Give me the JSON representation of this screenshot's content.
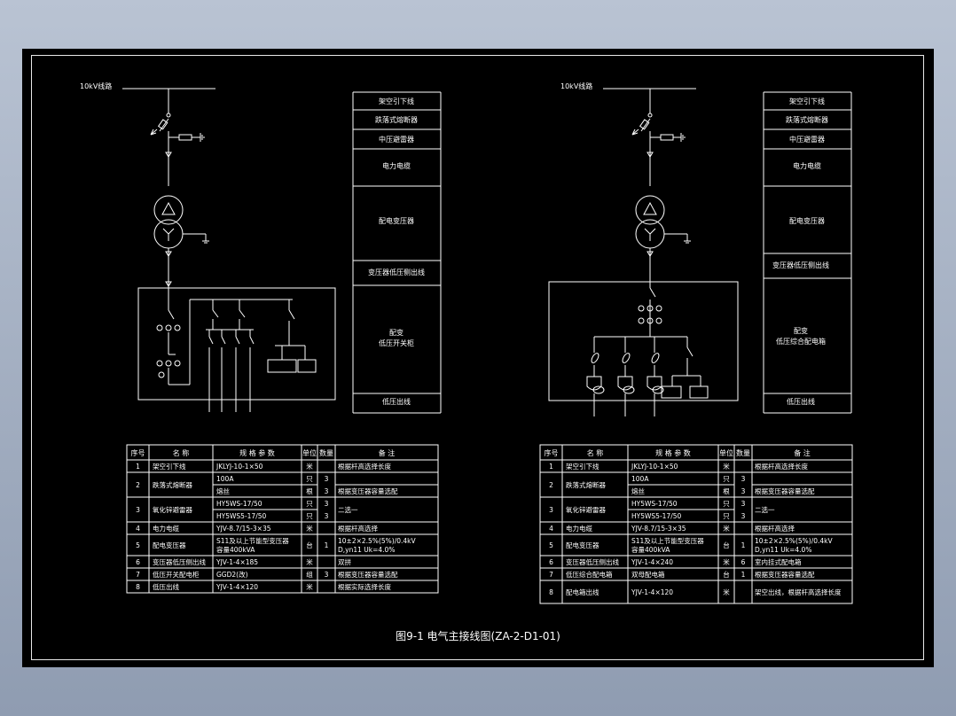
{
  "caption": "图9-1 电气主接线图(ZA-2-D1-01)",
  "left": {
    "line_label": "10kV线路",
    "side_labels": [
      "架空引下线",
      "跌落式熔断器",
      "中压避雷器",
      "电力电缆",
      "配电变压器",
      "变压器低压侧出线",
      "配变\n低压开关柜",
      "低压出线"
    ],
    "table": {
      "headers": [
        "序号",
        "名 称",
        "规 格 参 数",
        "单位",
        "数量",
        "备 注"
      ],
      "rows": [
        {
          "no": "1",
          "name": "架空引下线",
          "spec": [
            "JKLYJ-10-1×50"
          ],
          "unit": [
            "米"
          ],
          "qty": [
            ""
          ],
          "note": [
            "根据杆高选择长度"
          ]
        },
        {
          "no": "2",
          "name": "跌落式熔断器",
          "spec": [
            "100A",
            "熔丝"
          ],
          "unit": [
            "只",
            "根"
          ],
          "qty": [
            "3",
            "3"
          ],
          "note": [
            "",
            "根据变压器容量选配"
          ]
        },
        {
          "no": "3",
          "name": "氧化锌避雷器",
          "spec": [
            "HY5WS-17/50",
            "HY5WS5-17/50"
          ],
          "unit": [
            "只",
            "只"
          ],
          "qty": [
            "3",
            "3"
          ],
          "note": [
            "二选一"
          ]
        },
        {
          "no": "4",
          "name": "电力电缆",
          "spec": [
            "YJV-8.7/15-3×35"
          ],
          "unit": [
            "米"
          ],
          "qty": [
            ""
          ],
          "note": [
            "根据杆高选择"
          ]
        },
        {
          "no": "5",
          "name": "配电变压器",
          "spec": [
            "S11及以上节能型变压器",
            "容量400kVA"
          ],
          "unit": [
            "台"
          ],
          "qty": [
            "1"
          ],
          "note": [
            "10±2×2.5%(5%)/0.4kV",
            "D,yn11  Uk=4.0%"
          ]
        },
        {
          "no": "6",
          "name": "变压器低压侧出线",
          "spec": [
            "YJV-1-4×185"
          ],
          "unit": [
            "米"
          ],
          "qty": [
            ""
          ],
          "note": [
            "双拼"
          ]
        },
        {
          "no": "7",
          "name": "低压开关配电柜",
          "spec": [
            "GGD2(改)"
          ],
          "unit": [
            "组"
          ],
          "qty": [
            "3"
          ],
          "note": [
            "根据变压器容量选配"
          ]
        },
        {
          "no": "8",
          "name": "低压出线",
          "spec": [
            "YJV-1-4×120"
          ],
          "unit": [
            "米"
          ],
          "qty": [
            ""
          ],
          "note": [
            "根据实际选择长度"
          ]
        }
      ]
    }
  },
  "right": {
    "line_label": "10kV线路",
    "side_labels": [
      "架空引下线",
      "跌落式熔断器",
      "中压避雷器",
      "电力电缆",
      "配电变压器",
      "变压器低压侧出线",
      "配变\n低压综合配电箱",
      "低压出线"
    ],
    "table": {
      "headers": [
        "序号",
        "名 称",
        "规 格 参 数",
        "单位",
        "数量",
        "备 注"
      ],
      "rows": [
        {
          "no": "1",
          "name": "架空引下线",
          "spec": [
            "JKLYJ-10-1×50"
          ],
          "unit": [
            "米"
          ],
          "qty": [
            ""
          ],
          "note": [
            "根据杆高选择长度"
          ]
        },
        {
          "no": "2",
          "name": "跌落式熔断器",
          "spec": [
            "100A",
            "熔丝"
          ],
          "unit": [
            "只",
            "根"
          ],
          "qty": [
            "3",
            "3"
          ],
          "note": [
            "",
            "根据变压器容量选配"
          ]
        },
        {
          "no": "3",
          "name": "氧化锌避雷器",
          "spec": [
            "HY5WS-17/50",
            "HY5WS5-17/50"
          ],
          "unit": [
            "只",
            "只"
          ],
          "qty": [
            "3",
            "3"
          ],
          "note": [
            "二选一"
          ]
        },
        {
          "no": "4",
          "name": "电力电缆",
          "spec": [
            "YJV-8.7/15-3×35"
          ],
          "unit": [
            "米"
          ],
          "qty": [
            ""
          ],
          "note": [
            "根据杆高选择"
          ]
        },
        {
          "no": "5",
          "name": "配电变压器",
          "spec": [
            "S11及以上节能型变压器",
            "容量400kVA"
          ],
          "unit": [
            "台"
          ],
          "qty": [
            "1"
          ],
          "note": [
            "10±2×2.5%(5%)/0.4kV",
            "D,yn11  Uk=4.0%"
          ]
        },
        {
          "no": "6",
          "name": "变压器低压侧出线",
          "spec": [
            "YJV-1-4×240"
          ],
          "unit": [
            "米"
          ],
          "qty": [
            "6"
          ],
          "note": [
            "室内挂式配电箱"
          ]
        },
        {
          "no": "7",
          "name": "低压综合配电箱",
          "spec": [
            "双母配电箱"
          ],
          "unit": [
            "台"
          ],
          "qty": [
            "1"
          ],
          "note": [
            "根据变压器容量选配"
          ]
        },
        {
          "no": "8",
          "name": "配电箱出线",
          "spec": [
            "YJV-1-4×120"
          ],
          "unit": [
            "米"
          ],
          "qty": [
            ""
          ],
          "note": [
            "架空出线，根据杆高选择长度"
          ]
        }
      ]
    }
  }
}
